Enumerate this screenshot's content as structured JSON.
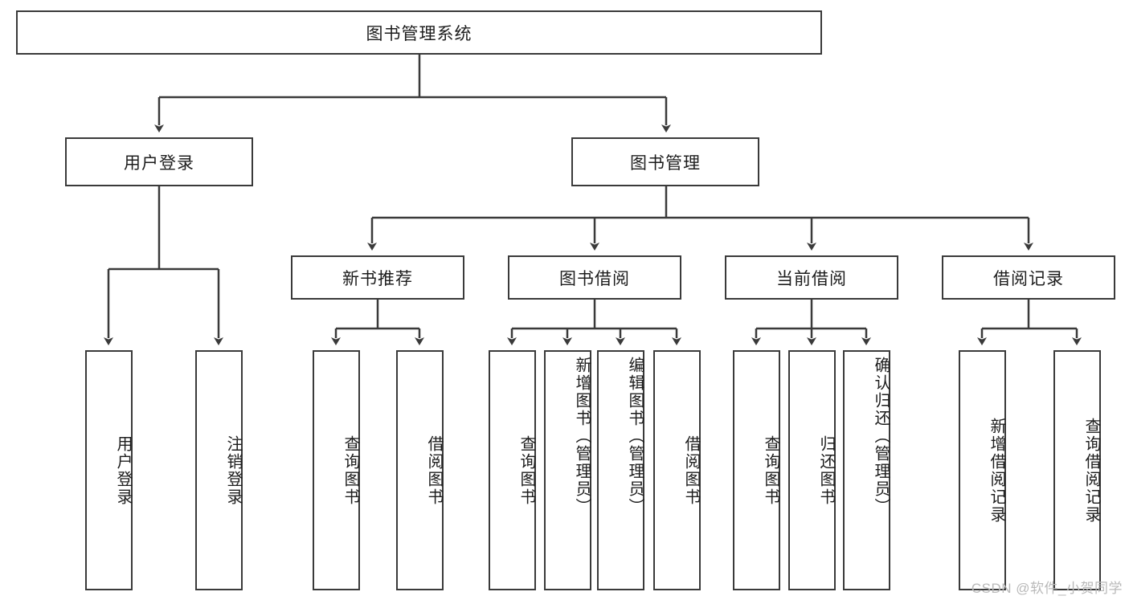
{
  "diagram": {
    "title": "图书管理系统",
    "type": "tree-hierarchy-chart",
    "stroke_color": "#3a3a3a",
    "fill_color": "#ffffff",
    "text_color": "#1d1d1d",
    "root": {
      "label": "图书管理系统"
    },
    "level2": [
      {
        "label": "用户登录"
      },
      {
        "label": "图书管理"
      }
    ],
    "level3": [
      {
        "label": "新书推荐"
      },
      {
        "label": "图书借阅"
      },
      {
        "label": "当前借阅"
      },
      {
        "label": "借阅记录"
      }
    ],
    "leaves": {
      "user_login": [
        {
          "label": "用户登录"
        },
        {
          "label": "注销登录"
        }
      ],
      "new_book_recommend": [
        {
          "label": "查询图书"
        },
        {
          "label": "借阅图书"
        }
      ],
      "book_borrow": [
        {
          "label": "查询图书"
        },
        {
          "label": "新增图书（管理员）"
        },
        {
          "label": "编辑图书（管理员）"
        },
        {
          "label": "借阅图书"
        }
      ],
      "current_borrow": [
        {
          "label": "查询图书"
        },
        {
          "label": "归还图书"
        },
        {
          "label": "确认归还（管理员）"
        }
      ],
      "borrow_record": [
        {
          "label": "新增借阅记录"
        },
        {
          "label": "查询借阅记录"
        }
      ]
    }
  },
  "watermark": {
    "text": "CSDN @软件_小贺同学"
  }
}
